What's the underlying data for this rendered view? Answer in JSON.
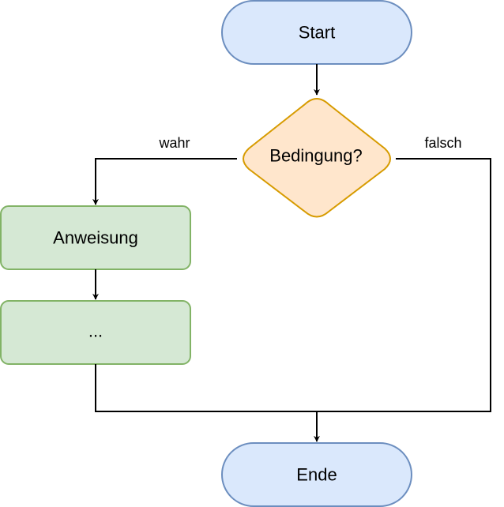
{
  "nodes": {
    "start": {
      "label": "Start"
    },
    "decision": {
      "label": "Bedingung?"
    },
    "statement": {
      "label": "Anweisung"
    },
    "more": {
      "label": "..."
    },
    "end": {
      "label": "Ende"
    }
  },
  "edges": {
    "true_label": "wahr",
    "false_label": "falsch"
  },
  "colors": {
    "terminal_fill": "#dae8fc",
    "terminal_stroke": "#6c8ebf",
    "decision_fill": "#ffe6cc",
    "decision_stroke": "#d79b00",
    "process_fill": "#d5e8d4",
    "process_stroke": "#82b366",
    "line": "#000000"
  }
}
